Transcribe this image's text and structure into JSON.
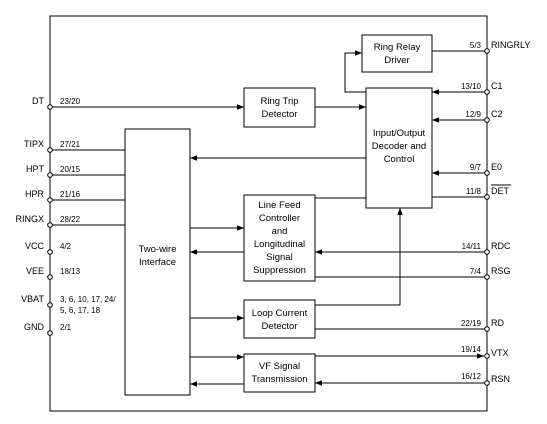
{
  "left_pins": [
    {
      "name": "DT",
      "num": "23/20"
    },
    {
      "name": "TIPX",
      "num": "27/21"
    },
    {
      "name": "HPT",
      "num": "20/15"
    },
    {
      "name": "HPR",
      "num": "21/16"
    },
    {
      "name": "RINGX",
      "num": "28/22"
    },
    {
      "name": "VCC",
      "num": "4/2"
    },
    {
      "name": "VEE",
      "num": "18/13"
    },
    {
      "name": "VBAT",
      "num_lines": [
        "3, 6, 10, 17, 24/",
        "5, 6, 17, 18"
      ]
    },
    {
      "name": "GND",
      "num": "2/1"
    }
  ],
  "right_pins": [
    {
      "name": "RINGRLY",
      "num": "5/3"
    },
    {
      "name": "C1",
      "num": "13/10"
    },
    {
      "name": "C2",
      "num": "12/9"
    },
    {
      "name": "E0",
      "num": "9/7"
    },
    {
      "name": "DET",
      "num": "11/8",
      "overline": true
    },
    {
      "name": "RDC",
      "num": "14/11"
    },
    {
      "name": "RSG",
      "num": "7/4"
    },
    {
      "name": "RD",
      "num": "22/19"
    },
    {
      "name": "VTX",
      "num": "19/14"
    },
    {
      "name": "RSN",
      "num": "16/12"
    }
  ],
  "blocks": {
    "ring_relay": [
      "Ring Relay",
      "Driver"
    ],
    "ring_trip": [
      "Ring Trip",
      "Detector"
    ],
    "io_decoder": [
      "Input/Output",
      "Decoder and",
      "Control"
    ],
    "two_wire": [
      "Two-wire",
      "Interface"
    ],
    "line_feed": [
      "Line Feed",
      "Controller",
      "and",
      "Longitudinal",
      "Signal",
      "Suppression"
    ],
    "loop_current": [
      "Loop Current",
      "Detector"
    ],
    "vf_signal": [
      "VF Signal",
      "Transmission"
    ]
  }
}
